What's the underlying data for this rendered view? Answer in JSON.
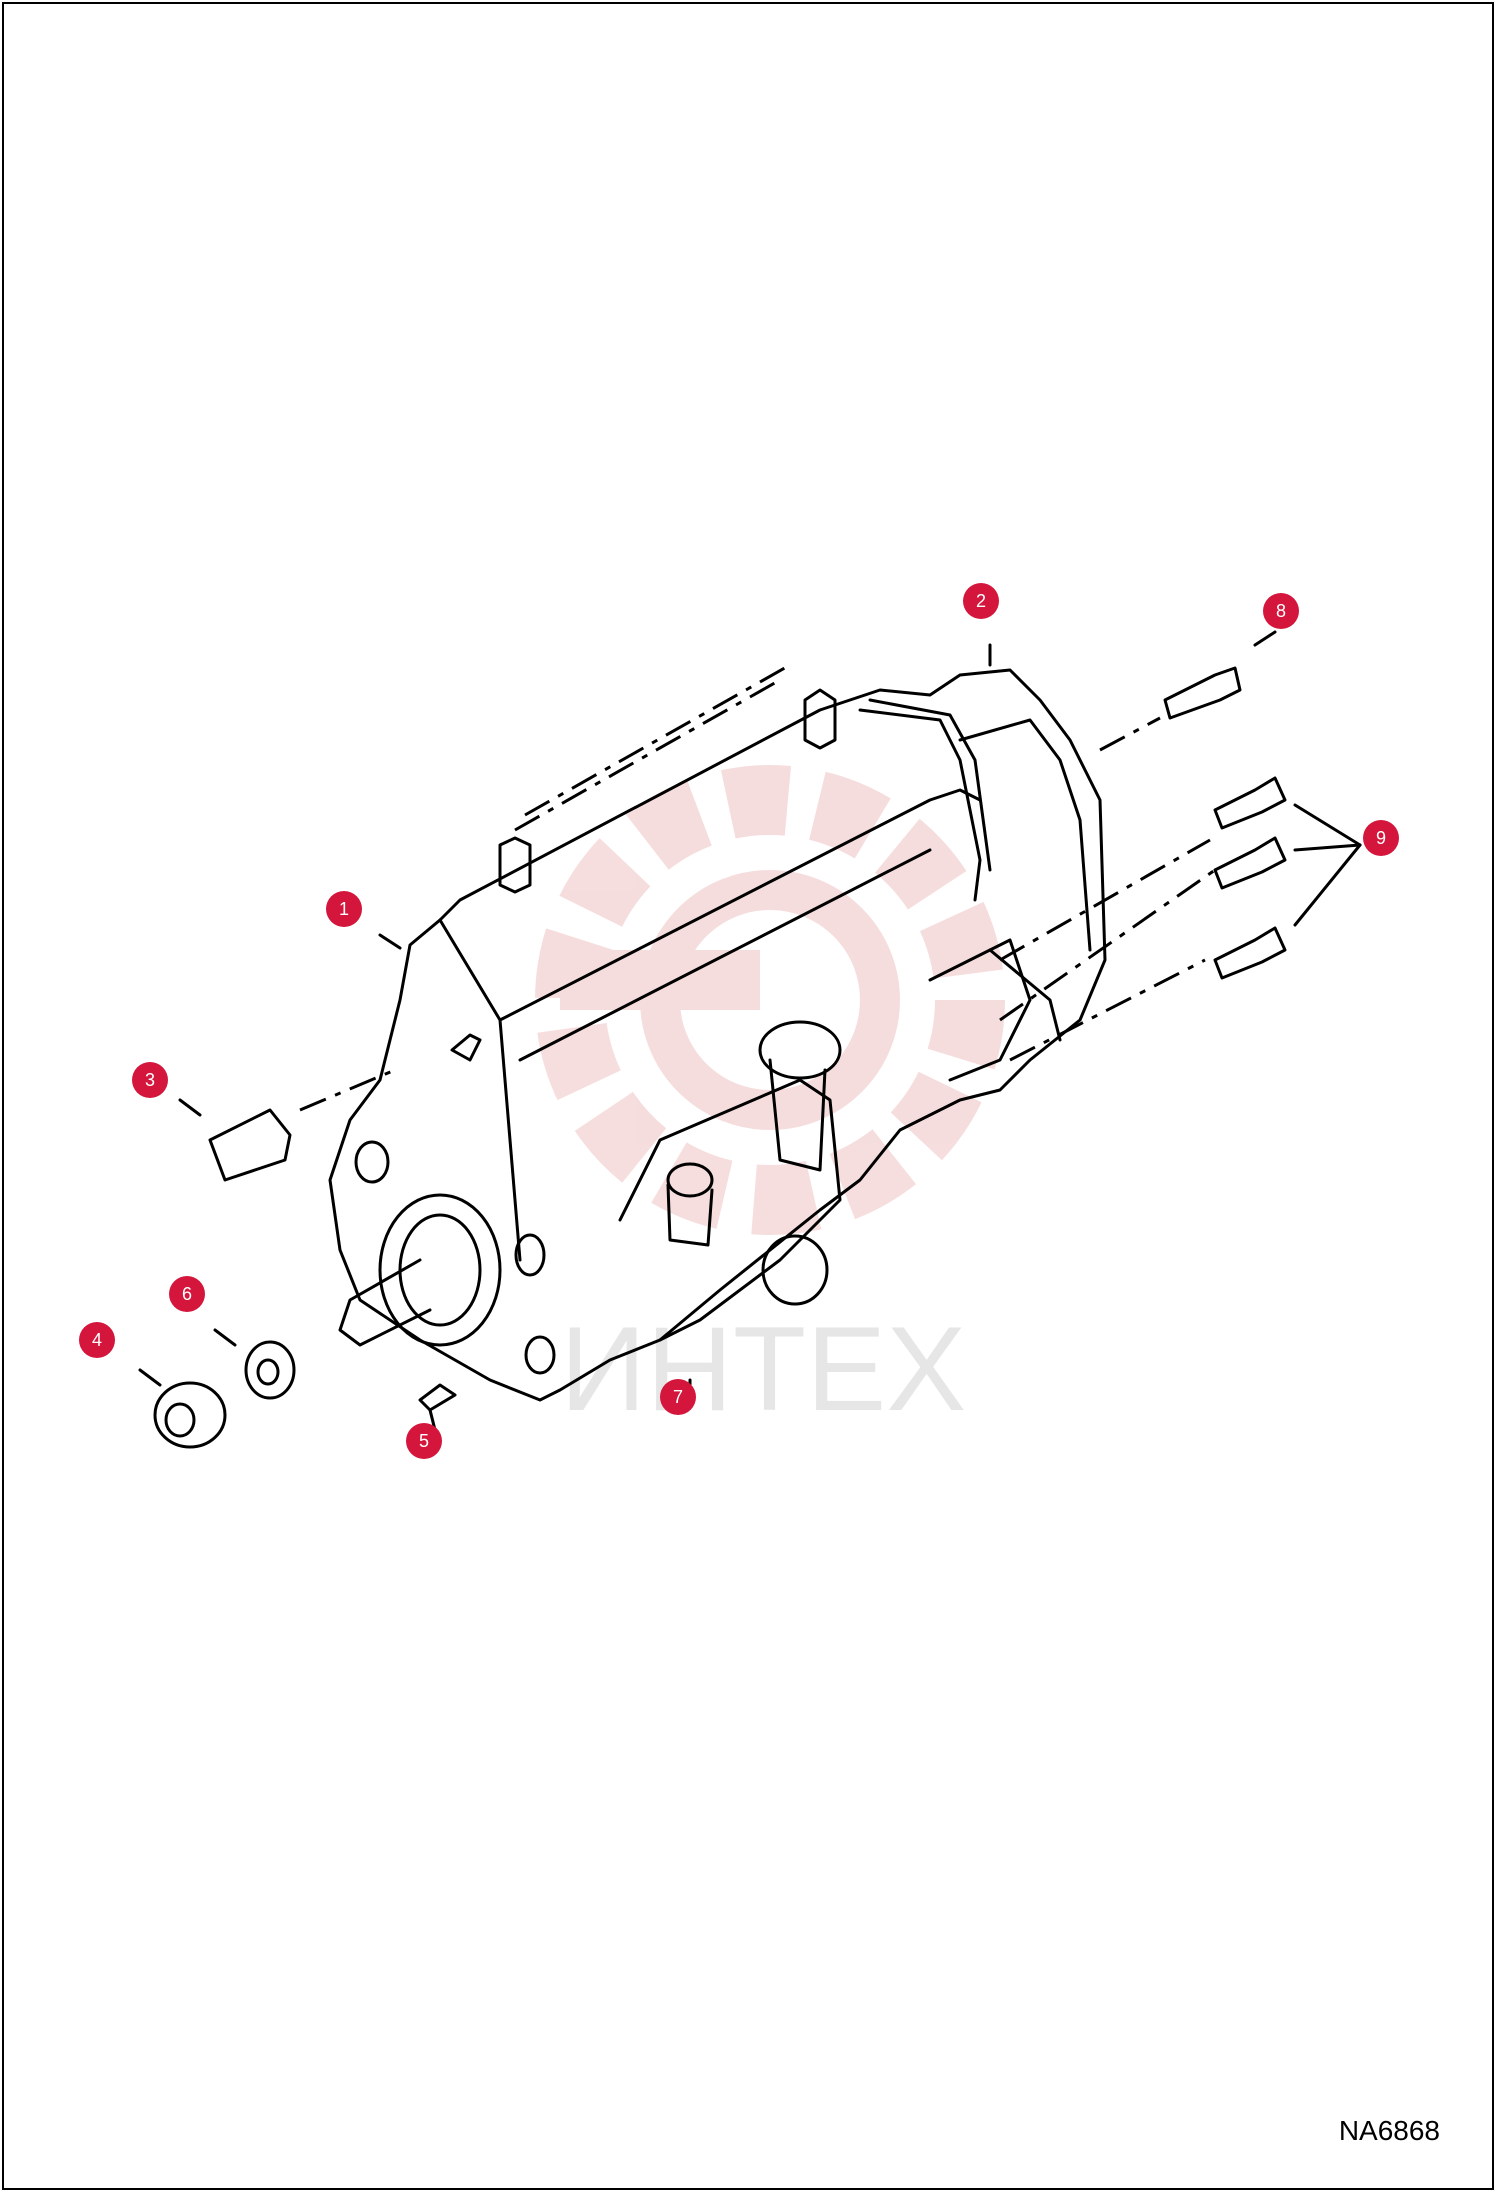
{
  "drawing_code": "NA6868",
  "watermark": "ИНТЕХ",
  "callouts": [
    {
      "id": "1",
      "label": "1"
    },
    {
      "id": "2",
      "label": "2"
    },
    {
      "id": "3",
      "label": "3"
    },
    {
      "id": "4",
      "label": "4"
    },
    {
      "id": "5",
      "label": "5"
    },
    {
      "id": "6",
      "label": "6"
    },
    {
      "id": "7",
      "label": "7"
    },
    {
      "id": "8",
      "label": "8"
    },
    {
      "id": "9",
      "label": "9"
    }
  ],
  "colors": {
    "callout": "#d4163c",
    "watermark": "#e8b0b0"
  }
}
